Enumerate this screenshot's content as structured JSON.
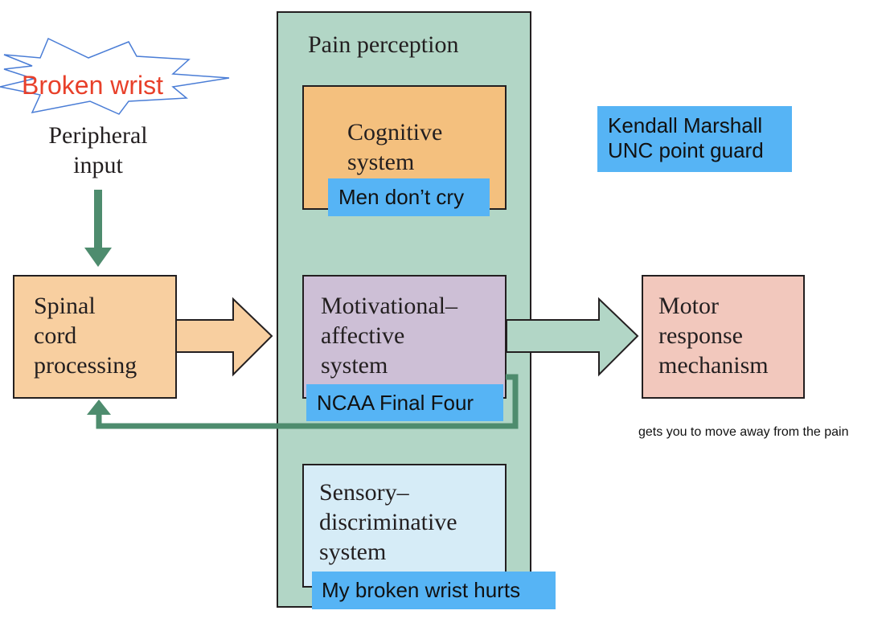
{
  "burst": {
    "label": "Broken wrist"
  },
  "peripheral": {
    "line1": "Peripheral",
    "line2": "input"
  },
  "spinal": {
    "line1": "Spinal",
    "line2": "cord",
    "line3": "processing"
  },
  "pain": {
    "title": "Pain perception",
    "cognitive": {
      "line1": "Cognitive",
      "line2": "system"
    },
    "motivational": {
      "line1": "Motivational–",
      "line2": "affective",
      "line3": "system"
    },
    "sensory": {
      "line1": "Sensory–",
      "line2": "discriminative",
      "line3": "system"
    }
  },
  "motor": {
    "line1": "Motor",
    "line2": "response",
    "line3": "mechanism"
  },
  "notes": {
    "cognitive": "Men don’t cry",
    "motivational": "NCAA Final Four",
    "sensory": "My broken wrist hurts",
    "kendall_line1": "Kendall Marshall",
    "kendall_line2": "UNC point guard",
    "motor_caption": "gets you to move away from the pain"
  },
  "colors": {
    "pain_container": "#b2d6c6",
    "cognitive": "#f4c07e",
    "motivational": "#cdbfd6",
    "sensory": "#d6ecf7",
    "spinal": "#f8cfa0",
    "motor": "#f2c8bd",
    "arrow_green": "#4e8c6e",
    "note_blue": "#56b4f5",
    "burst_text": "#e8402a"
  }
}
